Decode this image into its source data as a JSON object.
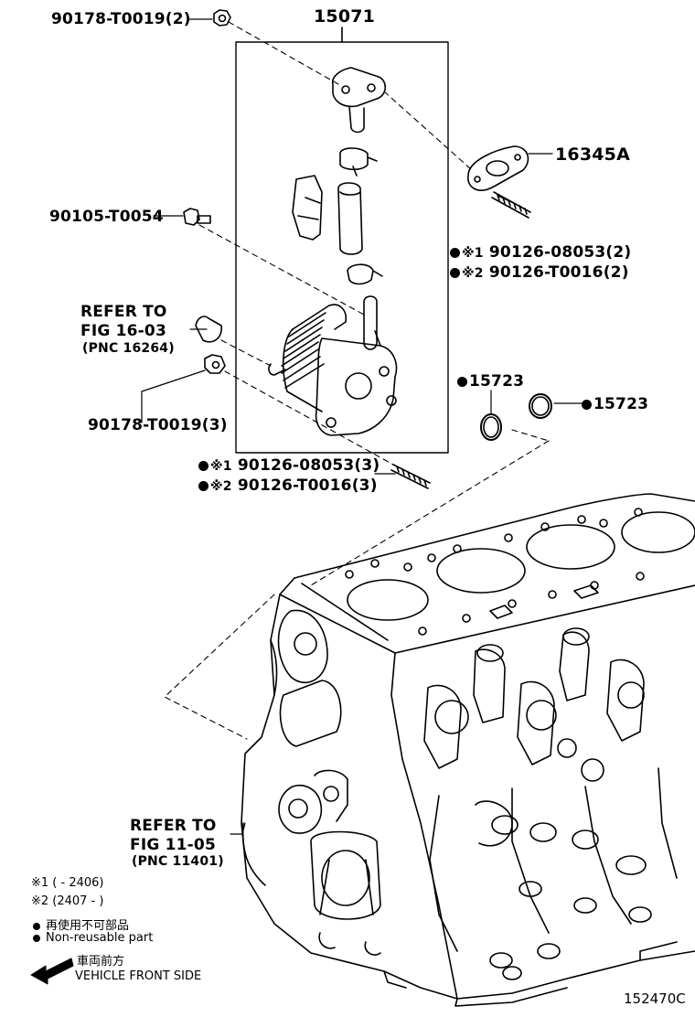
{
  "labels": {
    "nut_top": "90178-T0019(2)",
    "assembly": "15071",
    "gasket": "16345A",
    "bolt": "90105-T0054",
    "stud_a1": "90126-08053(2)",
    "stud_a2": "90126-T0016(2)",
    "refer_hose_1": "REFER TO",
    "refer_hose_2": "FIG 16-03",
    "refer_hose_3": "(PNC 16264)",
    "nut_bottom": "90178-T0019(3)",
    "oring_left": "15723",
    "oring_right": "15723",
    "stud_b1": "90126-08053(3)",
    "stud_b2": "90126-T0016(3)",
    "refer_block_1": "REFER TO",
    "refer_block_2": "FIG 11-05",
    "refer_block_3": "(PNC 11401)"
  },
  "marks": {
    "m1": "※1",
    "m2": "※2"
  },
  "legend": {
    "note1": "※1 (      - 2406)",
    "note2": "※2 (2407 -       )",
    "jp_non_reusable": "再使用不可部品",
    "en_non_reusable": "Non-reusable part",
    "jp_front": "車両前方",
    "en_front": "VEHICLE FRONT SIDE"
  },
  "diagram_code": "152470C"
}
